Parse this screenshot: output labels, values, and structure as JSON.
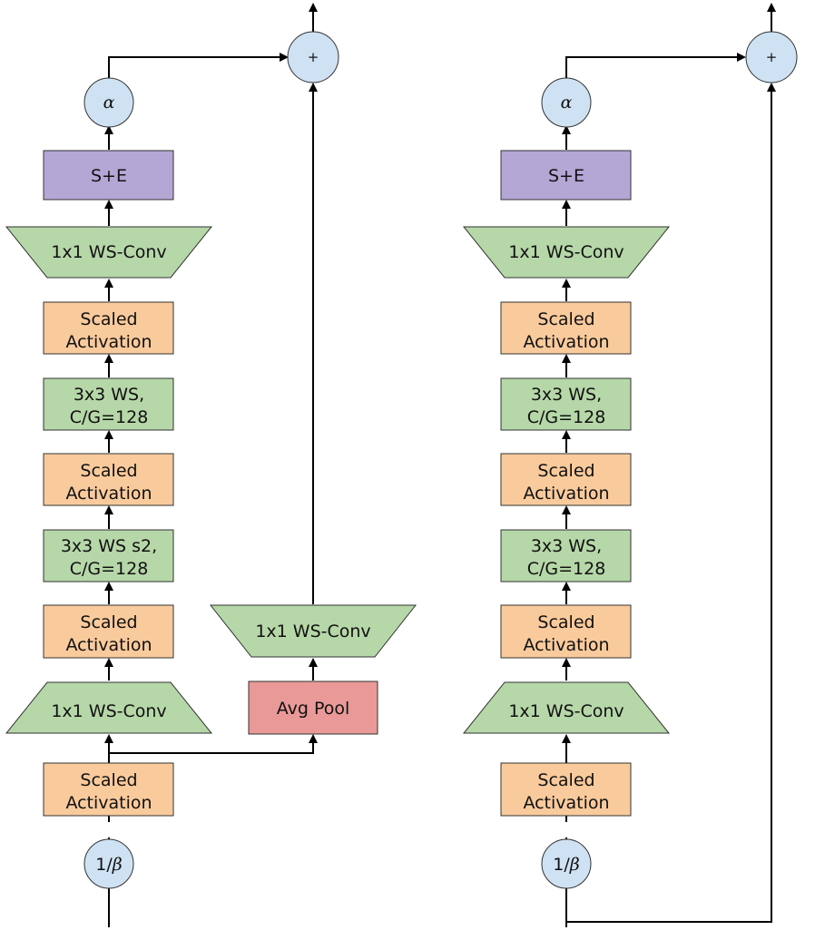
{
  "colors": {
    "activation": "#F9CB9C",
    "conv": "#B6D7A8",
    "se": "#B4A7D6",
    "pool": "#EA9999",
    "circle": "#CFE2F3"
  },
  "labels": {
    "scaled": "Scaled",
    "activation": "Activation",
    "se": "S+E",
    "conv1x1": "1x1 WS-Conv",
    "conv3x3": "3x3 WS,",
    "conv3x3_s2": "3x3 WS s2,",
    "groups": "C/G=128",
    "avg_pool": "Avg Pool",
    "plus": "+",
    "alpha": "α",
    "inv_beta_num": "1/",
    "inv_beta_sym": "β"
  }
}
